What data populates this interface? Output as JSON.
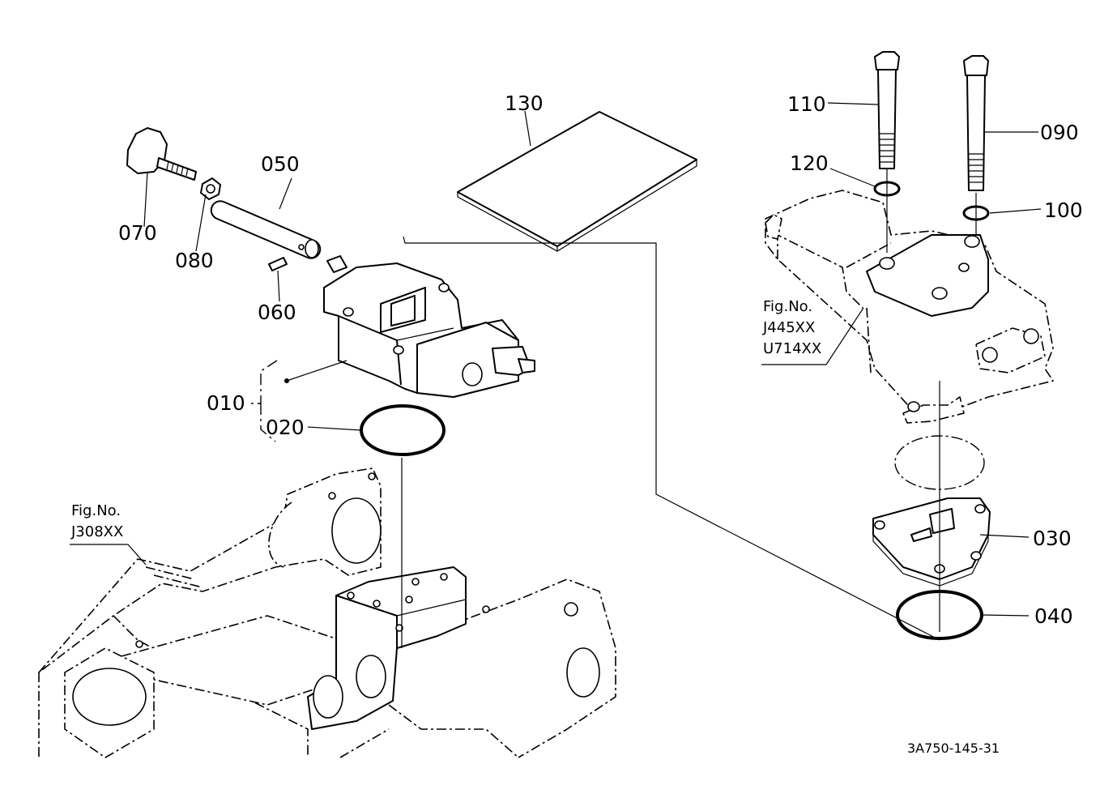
{
  "parts": {
    "p010": "010",
    "p020": "020",
    "p030": "030",
    "p040": "040",
    "p050": "050",
    "p060": "060",
    "p070": "070",
    "p080": "080",
    "p090": "090",
    "p100": "100",
    "p110": "110",
    "p120": "120",
    "p130": "130"
  },
  "references": {
    "right": {
      "title": "Fig.No.",
      "code1": "J445XX",
      "code2": "U714XX"
    },
    "left": {
      "title": "Fig.No.",
      "code1": "J308XX"
    }
  },
  "diagram_code": "3A750-145-31"
}
